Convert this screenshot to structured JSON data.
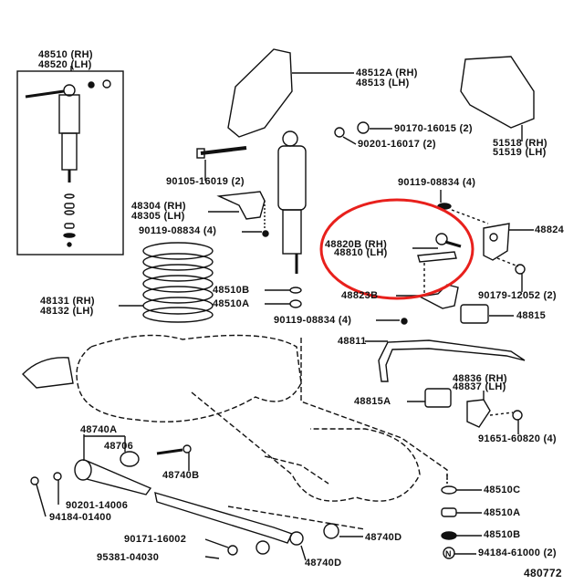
{
  "diagram": {
    "highlight_color": "#e8201c",
    "reference_number": "480772",
    "parts": {
      "shock_rh": "48510 (RH)",
      "shock_lh": "48520 (LH)",
      "bracket_rh": "48512A (RH)",
      "bracket_lh": "48513 (LH)",
      "nut_90170": "90170-16015 (2)",
      "washer_90201_16017": "90201-16017 (2)",
      "bumper_bracket_rh": "51518 (RH)",
      "bumper_bracket_lh": "51519 (LH)",
      "bolt_90105": "90105-16019 (2)",
      "bolt_90119_a": "90119-08834 (4)",
      "bolt_90119_b": "90119-08834 (4)",
      "bolt_90119_c": "90119-08834 (4)",
      "bumper_rh": "48304 (RH)",
      "bumper_lh": "48305 (LH)",
      "p48824": "48824",
      "link_rh": "48820B (RH)",
      "link_lh": "48810 (LH)",
      "p48510B_top": "48510B",
      "p48510A_top": "48510A",
      "spring_rh": "48131 (RH)",
      "spring_lh": "48132 (LH)",
      "p48823B": "48823B",
      "nut_90179": "90179-12052 (2)",
      "p48815": "48815",
      "stabilizer": "48811",
      "bracket2_rh": "48836 (RH)",
      "bracket2_lh": "48837 (LH)",
      "p48815A": "48815A",
      "bolt_91651": "91651-60820 (4)",
      "p48740A": "48740A",
      "p48706": "48706",
      "p48740B": "48740B",
      "p48510C": "48510C",
      "washer_90201_14006": "90201-14006",
      "nut_94184_01400": "94184-01400",
      "p48510A_bot": "48510A",
      "p48740D_a": "48740D",
      "nut_90171": "90171-16002",
      "pin_95381": "95381-04030",
      "p48510B_bot": "48510B",
      "p48740D_b": "48740D",
      "nut_94184_61000": "94184-61000 (2)"
    }
  }
}
